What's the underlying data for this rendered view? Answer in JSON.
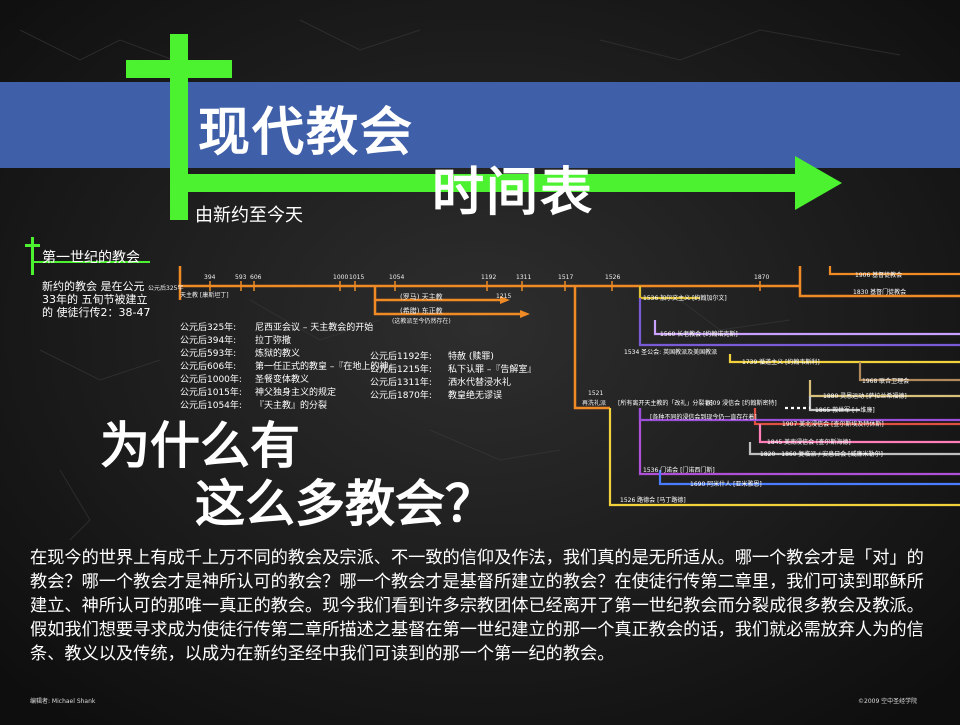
{
  "header": {
    "title_line1": "现代教会",
    "title_line2": "时间表",
    "subtitle": "由新约至今天"
  },
  "first_century": {
    "heading": "第一世纪的教会",
    "intro": "新约的教会 是在公元33年的 五旬节被建立的 使徒行传2：38-47"
  },
  "timeline": {
    "year_ticks": [
      "公元后325年",
      "394",
      "593",
      "606",
      "1000",
      "1015",
      "1054",
      "1192",
      "1311",
      "1517",
      "1526",
      "1870"
    ],
    "tick_1215": "1215",
    "catholic_label": "天主教 [康斯坦丁]",
    "rome_label": "(罗马) 天主教",
    "greek_label": "(希腊) 东正教",
    "greek_note": "(这教派至今仍然存在)",
    "reformation_year": "1521",
    "reformation_label": "再洗礼派",
    "denominations": [
      "1906 基督徒教会",
      "1830 基督门徒教会",
      "1536 加尔文主义 [约翰加尔文]",
      "1560 长老教会 [约翰诺克斯]",
      "1534 圣公会: 英国教派及美国教派",
      "1739 循道主义 [约翰韦斯利]",
      "1968 联合卫理会",
      "1880 灵恩运动 [萨拉兰希福德]",
      "1865 救世军 [卜维廉]",
      "1907 美北浸信会 [查尔斯埃及特休斯]",
      "1845 美南浸信会 [查尔斯海德]",
      "1820 - 1860 复临派 / 安息日会 [威廉米勒尔]",
      "1536 门诺会 [门诺西门斯]",
      "1690 阿米什人 [亚米雅恩]",
      "1526 路德会 [马丁路德]"
    ],
    "protestant_note": "[所有离开天主教的「改礼」分裂者]",
    "baptist_1609": "1609 浸信会 [约翰斯密特]",
    "baptist_note": "[各种不同的浸信会到现今仍一直存在着]"
  },
  "events": {
    "left": [
      {
        "year": "公元后325年:",
        "text": "尼西亚会议 – 天主教会的开始"
      },
      {
        "year": "公元后394年:",
        "text": "拉丁弥撒"
      },
      {
        "year": "公元后593年:",
        "text": "炼狱的教义"
      },
      {
        "year": "公元后606年:",
        "text": "第一任正式的教皇 –『在地上的神』"
      },
      {
        "year": "公元后1000年:",
        "text": "圣餐变体教义"
      },
      {
        "year": "公元后1015年:",
        "text": "神父独身主义的规定"
      },
      {
        "year": "公元后1054年:",
        "text": "『天主教』的分裂"
      }
    ],
    "right": [
      {
        "year": "公元后1192年:",
        "text": "特赦 (赎罪)"
      },
      {
        "year": "公元后1215年:",
        "text": "私下认罪 –『告解室』"
      },
      {
        "year": "公元后1311年:",
        "text": "洒水代替浸水礼"
      },
      {
        "year": "公元后1870年:",
        "text": "教皇绝无谬误"
      }
    ]
  },
  "question": {
    "line1": "为什么有",
    "line2": "这么多教会？"
  },
  "body_text": "在现今的世界上有成千上万不同的教会及宗派、不一致的信仰及作法，我们真的是无所适从。哪一个教会才是「对」的教会？哪一个教会才是神所认可的教会？哪一个教会才是基督所建立的教会？在使徒行传第二章里，我们可读到耶稣所建立、神所认可的那唯一真正的教会。现今我们看到许多宗教团体已经离开了第一世纪教会而分裂成很多教会及教派。假如我们想要寻求成为使徒行传第二章所描述之基督在第一世纪建立的那一个真正教会的话，我们就必需放弃人为的信条、教义以及传统，以成为在新约圣经中我们可读到的那一个第一纪的教会。",
  "footer": {
    "editor": "编辑者: Michael Shank",
    "copyright": "©2009 空中圣经学院"
  },
  "colors": {
    "green": "#4cf230",
    "blue_band": "#3f5fa8",
    "orange": "#f08a24",
    "background": "#151515"
  }
}
